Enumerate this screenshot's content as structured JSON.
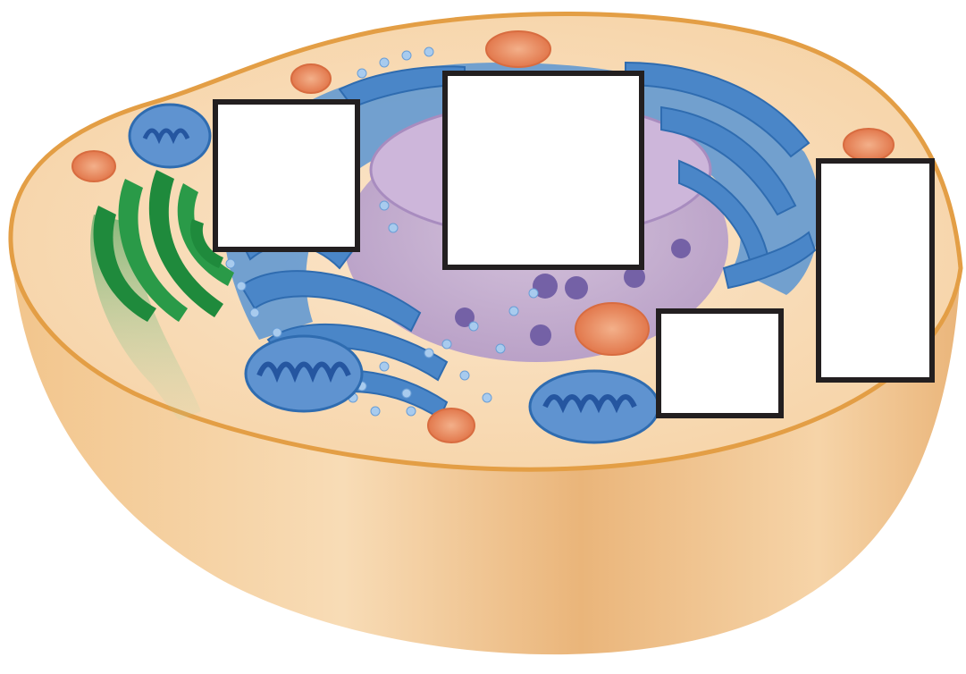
{
  "diagram": {
    "colors": {
      "membrane": "#e8a54a",
      "cytoplasm": "#f6d6a8",
      "cell_body": "#f0be7c",
      "er": "#4a86c8",
      "er_light": "#8bb8e4",
      "nucleus": "#b9a2c8",
      "nucleolus": "#7d6aa8",
      "golgi": "#2f9a4a",
      "mitochondria": "#3a6fb8",
      "vesicle": "#e58a5e",
      "label_border": "#231f20"
    },
    "structures": [
      {
        "name": "nucleus",
        "icon": "nucleus-icon"
      },
      {
        "name": "rough-endoplasmic-reticulum",
        "icon": "er-icon"
      },
      {
        "name": "golgi-apparatus",
        "icon": "golgi-icon"
      },
      {
        "name": "mitochondria",
        "icon": "mitochondrion-icon"
      },
      {
        "name": "vesicles",
        "icon": "vesicle-icon"
      },
      {
        "name": "cell-membrane",
        "icon": "membrane-icon"
      }
    ],
    "labels": [
      {
        "id": "label-1",
        "text": ""
      },
      {
        "id": "label-2",
        "text": ""
      },
      {
        "id": "label-3",
        "text": ""
      },
      {
        "id": "label-4",
        "text": ""
      }
    ]
  }
}
